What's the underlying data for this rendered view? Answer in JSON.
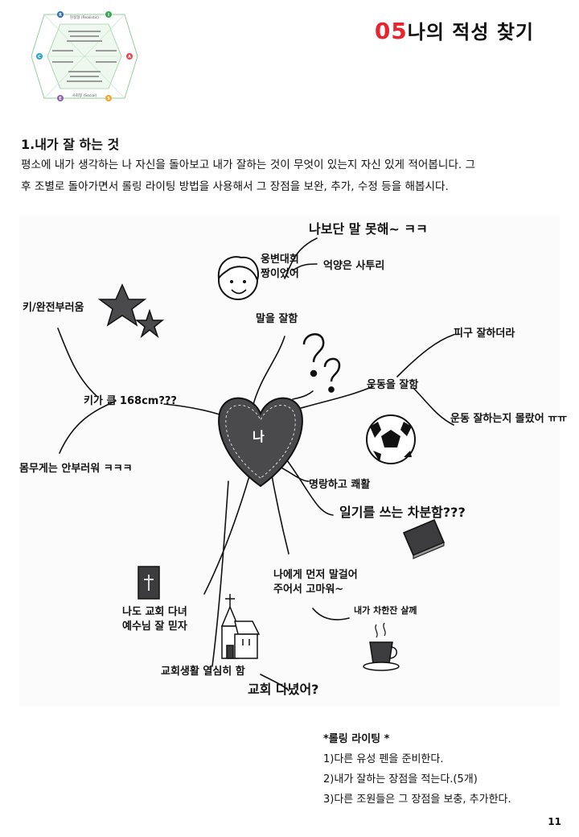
{
  "header": {
    "number": "05",
    "title": "나의 적성 찾기"
  },
  "hexagon": {
    "top_label": "현실형 (Realistic)",
    "bottom_label": "사회형 (Social)",
    "letters": [
      "R",
      "I",
      "A",
      "S",
      "E",
      "C"
    ],
    "colors": [
      "#2f6cb5",
      "#3aa655",
      "#e5474f",
      "#f2a52b",
      "#8e5fb4",
      "#2ea5c9"
    ]
  },
  "section": {
    "title": "1.내가 잘 하는 것",
    "lines": [
      "평소에 내가 생각하는 나 자신을 돌아보고 내가 잘하는 것이 무엇이 있는지 자신 있게 적어봅니다. 그",
      "후 조별로 돌아가면서 롤링 라이팅 방법을 사용해서 그 장점을 보완, 추가, 수정 등을 해봅시다."
    ]
  },
  "mindmap": {
    "center": "나",
    "nodes": {
      "talk_fast": "나보단 말 못해~ ㅋㅋ",
      "speech": "웅변대회\n짱이었어",
      "accent": "억양은 사투리",
      "speaking": "말을 잘함",
      "height_envy": "키/완전부러움",
      "tall": "키가 큼 168cm???",
      "weight_envy": "몸무게는 안부러워 ㅋㅋㅋ",
      "dodge": "피구 잘하더라",
      "sports": "운동을 잘함",
      "sports_unknown": "운동 잘하는지 몰랐어 ㅠㅠ",
      "bright": "명랑하고 쾌활",
      "diary": "일기를 쓰는 차분함???",
      "talk_first": "나에게 먼저 말걸어\n주어서 고마워~",
      "coffee": "내가 차한잔 살께",
      "church_too": "나도 교회 다녀\n예수님 잘 믿자",
      "church_life": "교회생활 열심히 함",
      "church_q": "교회 다녔어?"
    }
  },
  "rolling": {
    "title": "*롤링 라이팅 *",
    "steps": [
      "1)다른 유성 펜을 준비한다.",
      "2)내가 잘하는 장점을 적는다.(5개)",
      "3)다른 조원들은 그 장점을 보충, 추가한다."
    ]
  },
  "page_number": "11"
}
